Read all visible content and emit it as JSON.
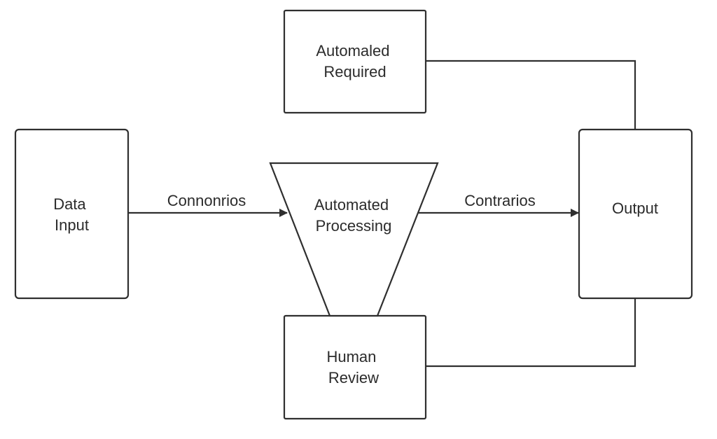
{
  "nodes": {
    "data_input": {
      "lines": [
        "Data",
        "Input"
      ]
    },
    "automated_required": {
      "lines": [
        "Automaled",
        "Required"
      ]
    },
    "automated_processing": {
      "lines": [
        "Automated",
        "Processing"
      ]
    },
    "human_review": {
      "lines": [
        "Human",
        "Review"
      ]
    },
    "output": {
      "lines": [
        "Output"
      ]
    }
  },
  "edges": {
    "input_to_processing": {
      "label": "Connonrios"
    },
    "processing_to_output": {
      "label": "Contrarios"
    }
  },
  "colors": {
    "stroke": "#2f2f2f",
    "text": "#2b2b2b",
    "background": "#ffffff"
  }
}
